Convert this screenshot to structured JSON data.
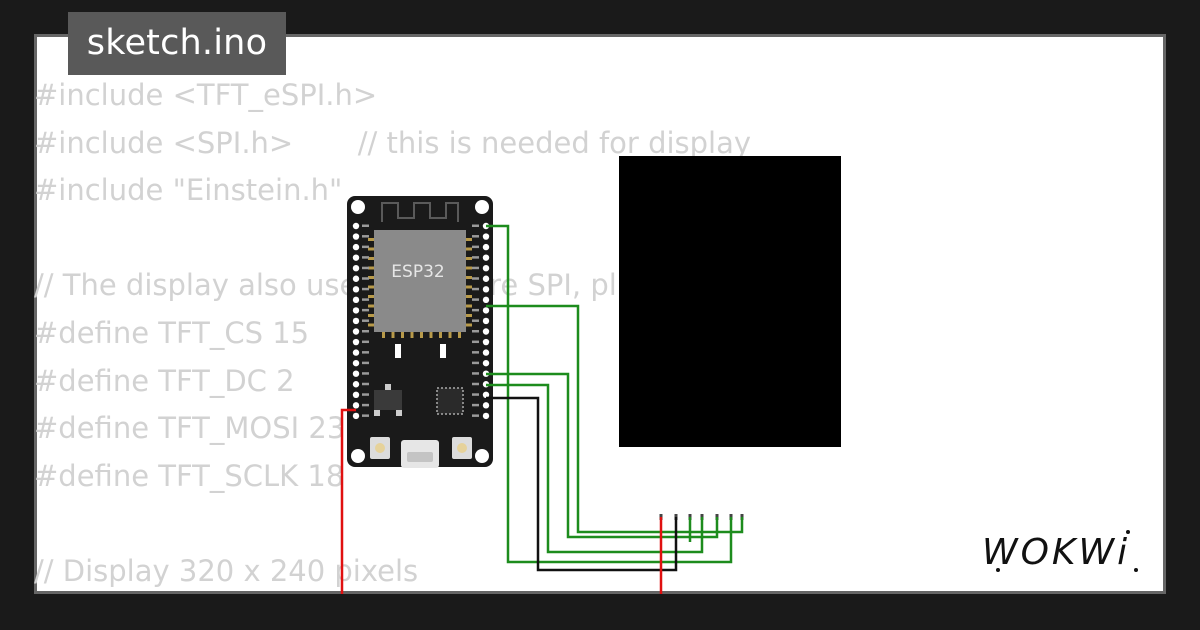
{
  "tab": {
    "filename": "sketch.ino"
  },
  "code_lines": [
    "#include <TFT_eSPI.h>",
    "#include <SPI.h>       // this is needed for display",
    "#include \"Einstein.h\"",
    "",
    "// The display also uses hardware SPI, plus #9 & #10",
    "#define TFT_CS 15",
    "#define TFT_DC 2",
    "#define TFT_MOSI 23",
    "#define TFT_SCLK 18",
    "",
    "// Display 320 x 240 pixels"
  ],
  "board": {
    "chip_label": "ESP32"
  },
  "logo": {
    "text": "WOKWi"
  },
  "colors": {
    "wire_green": "#1d8c1d",
    "wire_black": "#111111",
    "wire_red": "#e01010",
    "board": "#1a1a1a",
    "chip": "#8a8a8a",
    "display": "#000000",
    "code_text": "#d2d2d2",
    "tab_bg": "#595959"
  }
}
